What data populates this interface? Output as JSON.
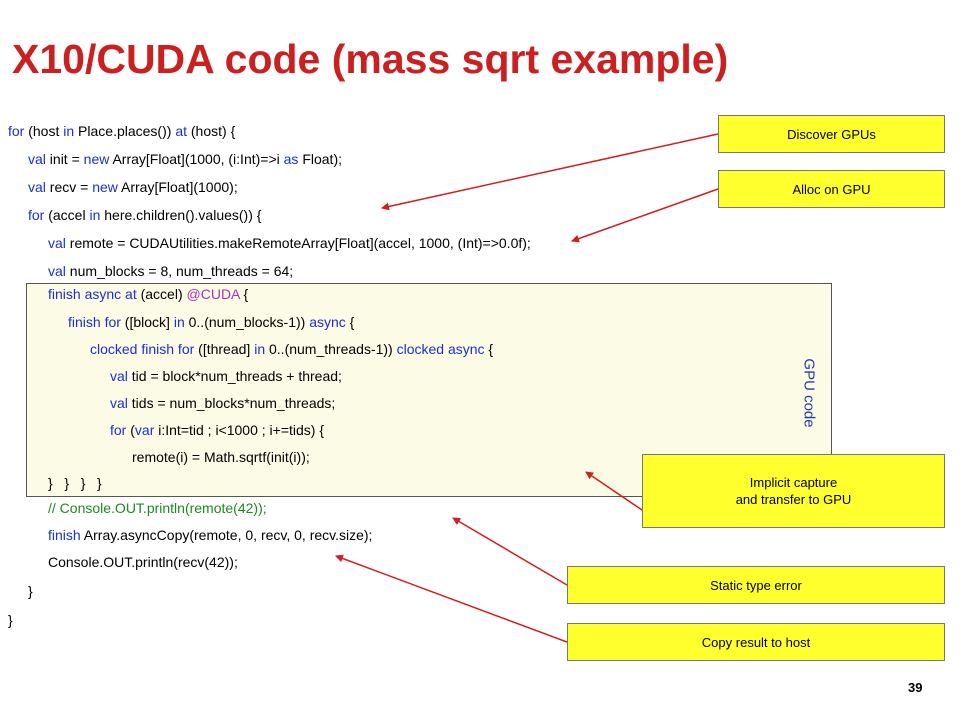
{
  "slide": {
    "title": "X10/CUDA code (mass sqrt example)",
    "page_number": "39",
    "gpu_code_label": "GPU code",
    "colors": {
      "title": "#cc1f1f",
      "keyword": "#1a2fd6",
      "annotation": "#b52fb5",
      "comment": "#1e8a1e",
      "callout_fill": "#ffff2e",
      "gpu_box_fill": "#fbfbe6",
      "arrow": "#d21e1e"
    }
  },
  "code": {
    "lines": [
      [
        {
          "t": "for",
          "c": "k"
        },
        {
          "t": " (host "
        },
        {
          "t": "in",
          "c": "k"
        },
        {
          "t": " Place.places()) "
        },
        {
          "t": "at",
          "c": "k"
        },
        {
          "t": " (host) {"
        }
      ],
      [
        {
          "t": "val",
          "c": "k"
        },
        {
          "t": " init = "
        },
        {
          "t": "new",
          "c": "k"
        },
        {
          "t": " Array[Float](1000, (i:Int)=>i "
        },
        {
          "t": "as",
          "c": "k"
        },
        {
          "t": " Float);"
        }
      ],
      [
        {
          "t": "val",
          "c": "k"
        },
        {
          "t": " recv = "
        },
        {
          "t": "new",
          "c": "k"
        },
        {
          "t": " Array[Float](1000);"
        }
      ],
      [
        {
          "t": "for",
          "c": "k"
        },
        {
          "t": " (accel "
        },
        {
          "t": "in",
          "c": "k"
        },
        {
          "t": " here.children().values()) {"
        }
      ],
      [
        {
          "t": "val",
          "c": "k"
        },
        {
          "t": " remote = CUDAUtilities.makeRemoteArray[Float](accel, 1000, (Int)=>0.0f);"
        }
      ],
      [
        {
          "t": "val",
          "c": "k"
        },
        {
          "t": " num_blocks = 8, num_threads = 64;"
        }
      ],
      [
        {
          "t": "finish async at",
          "c": "k"
        },
        {
          "t": " (accel) "
        },
        {
          "t": "@CUDA",
          "c": "s"
        },
        {
          "t": " {"
        }
      ],
      [
        {
          "t": "finish for",
          "c": "k"
        },
        {
          "t": " ([block] "
        },
        {
          "t": "in",
          "c": "k"
        },
        {
          "t": " 0..(num_blocks-1)) "
        },
        {
          "t": "async",
          "c": "k"
        },
        {
          "t": " {"
        }
      ],
      [
        {
          "t": "clocked finish for",
          "c": "k"
        },
        {
          "t": " ([thread] "
        },
        {
          "t": "in",
          "c": "k"
        },
        {
          "t": " 0..(num_threads-1)) "
        },
        {
          "t": "clocked async",
          "c": "k"
        },
        {
          "t": " {"
        }
      ],
      [
        {
          "t": "val",
          "c": "k"
        },
        {
          "t": " tid = block*num_threads + thread;"
        }
      ],
      [
        {
          "t": "val",
          "c": "k"
        },
        {
          "t": " tids = num_blocks*num_threads;"
        }
      ],
      [
        {
          "t": "for",
          "c": "k"
        },
        {
          "t": " ("
        },
        {
          "t": "var",
          "c": "k"
        },
        {
          "t": " i:Int=tid ; i<1000 ; i+=tids) {"
        }
      ],
      [
        {
          "t": "remote(i) = Math.sqrtf(init(i));"
        }
      ],
      [
        {
          "t": "}   }   }   }"
        }
      ],
      [
        {
          "t": "// Console.OUT.println(remote(42));",
          "c": "c"
        }
      ],
      [
        {
          "t": "finish",
          "c": "k"
        },
        {
          "t": " Array.asyncCopy(remote, 0, recv, 0, recv.size);"
        }
      ],
      [
        {
          "t": "Console.OUT.println(recv(42));"
        }
      ],
      [
        {
          "t": "}"
        }
      ],
      [
        {
          "t": "}"
        }
      ]
    ]
  },
  "callouts": [
    {
      "id": "discover-gpus",
      "text": "Discover GPUs"
    },
    {
      "id": "alloc-on-gpu",
      "text": "Alloc on GPU"
    },
    {
      "id": "implicit-capture",
      "text": "Implicit capture\nand transfer to GPU"
    },
    {
      "id": "static-type-error",
      "text": "Static type error"
    },
    {
      "id": "copy-result",
      "text": "Copy result to host"
    }
  ]
}
